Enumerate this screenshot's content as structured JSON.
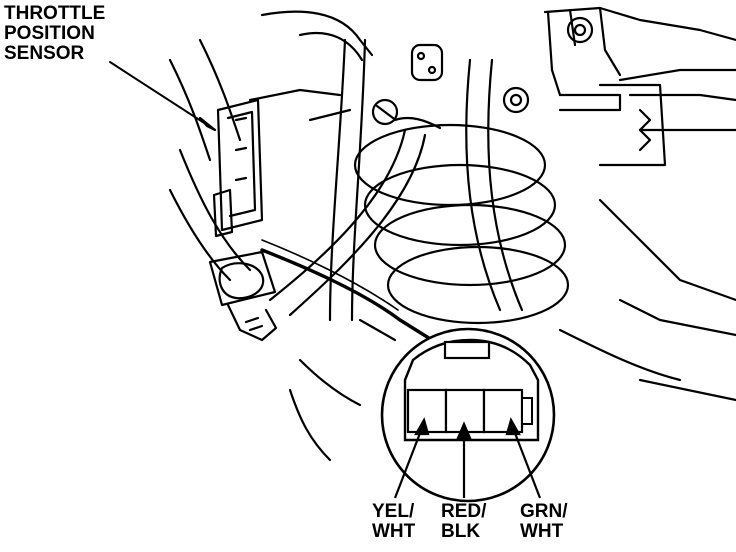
{
  "labels": {
    "component_line1": "THROTTLE",
    "component_line2": "POSITION",
    "component_line3": "SENSOR"
  },
  "wires": [
    {
      "line1": "YEL/",
      "line2": "WHT"
    },
    {
      "line1": "RED/",
      "line2": "BLK"
    },
    {
      "line1": "GRN/",
      "line2": "WHT"
    }
  ],
  "colors": {
    "ink": "#000000",
    "paper": "#ffffff"
  }
}
